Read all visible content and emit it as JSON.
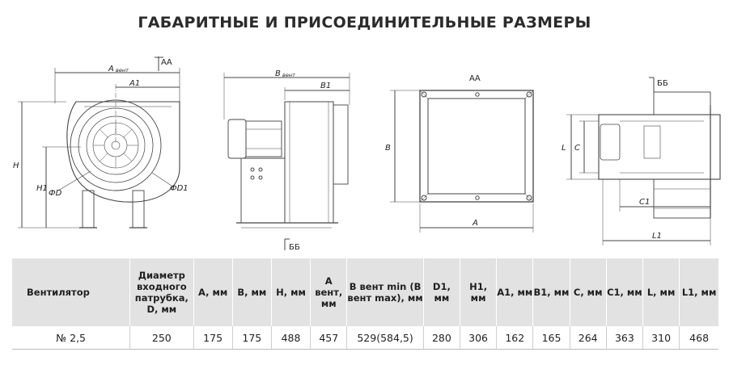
{
  "page_title": "ГАБАРИТНЫЕ И ПРИСОЕДИНИТЕЛЬНЫЕ РАЗМЕРЫ",
  "drawing_labels": {
    "a_vent": "A",
    "vent_sub": "вент",
    "aa_arrow": "АА",
    "a1": "A1",
    "h": "H",
    "h1": "H1",
    "phi_d": "ФD",
    "phi_d1": "ФD1",
    "b_vent": "B",
    "b1": "B1",
    "bb_arrow": "ББ",
    "aa_view": "АА",
    "b": "B",
    "a": "A",
    "bb_view": "ББ",
    "l": "L",
    "c": "C",
    "c1": "C1",
    "l1": "L1"
  },
  "table": {
    "headers": [
      "Вентилятор",
      "Диаметр входного патрубка, D, мм",
      "A, мм",
      "B, мм",
      "H, мм",
      "A вент, мм",
      "B вент min (B вент max), мм",
      "D1, мм",
      "H1, мм",
      "A1, мм",
      "B1, мм",
      "C, мм",
      "C1, мм",
      "L, мм",
      "L1, мм"
    ],
    "rows": [
      [
        "№ 2,5",
        "250",
        "175",
        "175",
        "488",
        "457",
        "529(584,5)",
        "280",
        "306",
        "162",
        "165",
        "264",
        "363",
        "310",
        "468"
      ]
    ]
  }
}
